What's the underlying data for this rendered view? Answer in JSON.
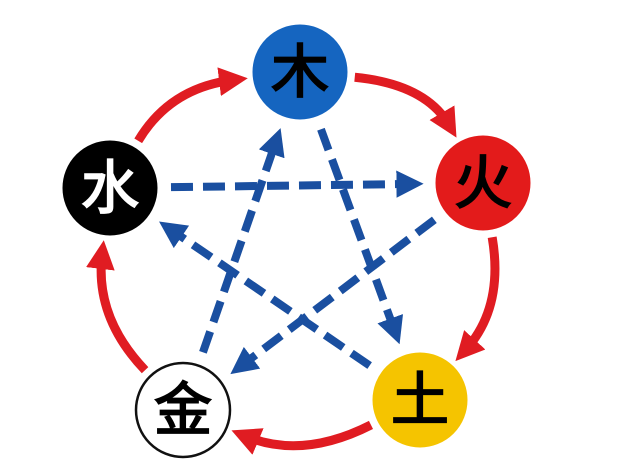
{
  "elements": [
    {
      "id": "wood",
      "label": "木",
      "fill": "#1565c0",
      "text_color": "#000000",
      "stroke": "#1565c0"
    },
    {
      "id": "fire",
      "label": "火",
      "fill": "#e31b1b",
      "text_color": "#000000",
      "stroke": "#e31b1b"
    },
    {
      "id": "earth",
      "label": "土",
      "fill": "#f5c400",
      "text_color": "#000000",
      "stroke": "#f5c400"
    },
    {
      "id": "metal",
      "label": "金",
      "fill": "#ffffff",
      "text_color": "#000000",
      "stroke": "#111111"
    },
    {
      "id": "water",
      "label": "水",
      "fill": "#000000",
      "text_color": "#ffffff",
      "stroke": "#000000"
    }
  ],
  "generating_cycle": {
    "color": "#e01c22",
    "edges": [
      [
        "wood",
        "fire"
      ],
      [
        "fire",
        "earth"
      ],
      [
        "earth",
        "metal"
      ],
      [
        "metal",
        "water"
      ],
      [
        "water",
        "wood"
      ]
    ]
  },
  "overcoming_cycle": {
    "color": "#1a4fa0",
    "edges": [
      [
        "water",
        "fire"
      ],
      [
        "fire",
        "metal"
      ],
      [
        "metal",
        "wood"
      ],
      [
        "wood",
        "earth"
      ],
      [
        "earth",
        "water"
      ]
    ]
  }
}
